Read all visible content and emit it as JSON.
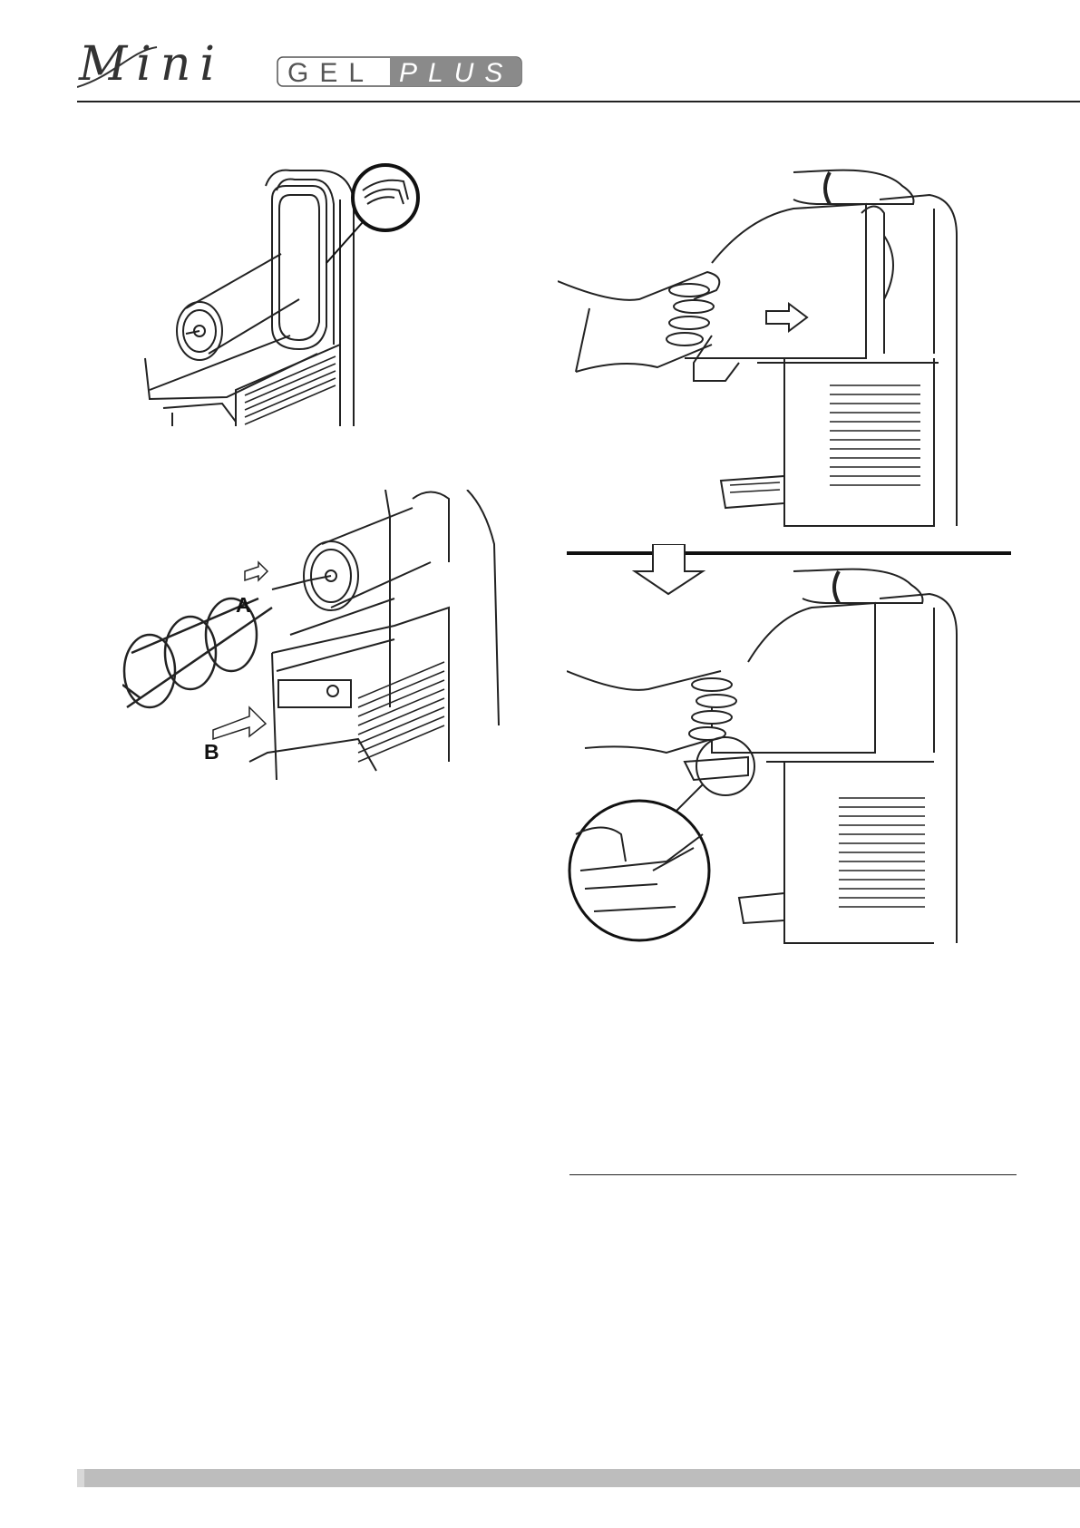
{
  "header": {
    "logo_script": "Mini",
    "logo_gel": "GEL",
    "logo_plus": "PLUS"
  },
  "figures": {
    "fig2_labels": {
      "a": "A",
      "b": "B"
    }
  },
  "colors": {
    "line": "#222222",
    "footer_bar": "#bdbdbd",
    "logo_plus_bg": "#8a8a8a"
  }
}
